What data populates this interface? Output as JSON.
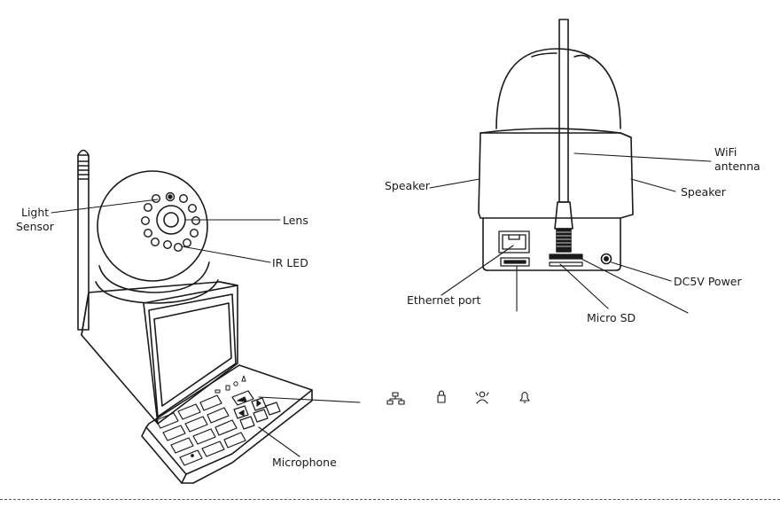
{
  "labels": {
    "light_sensor_1": "Light",
    "light_sensor_2": "Sensor",
    "lens": "Lens",
    "ir_led": "IR LED",
    "microphone": "Microphone",
    "speaker_left": "Speaker",
    "speaker_right": "Speaker",
    "wifi_1": "WiFi",
    "wifi_2": "antenna",
    "ethernet_port": "Ethernet port",
    "micro_sd": "Micro SD",
    "dc5v_power": "DC5V Power"
  },
  "status_icons": [
    "network-icon",
    "lock-icon",
    "person-icon",
    "bell-icon"
  ]
}
